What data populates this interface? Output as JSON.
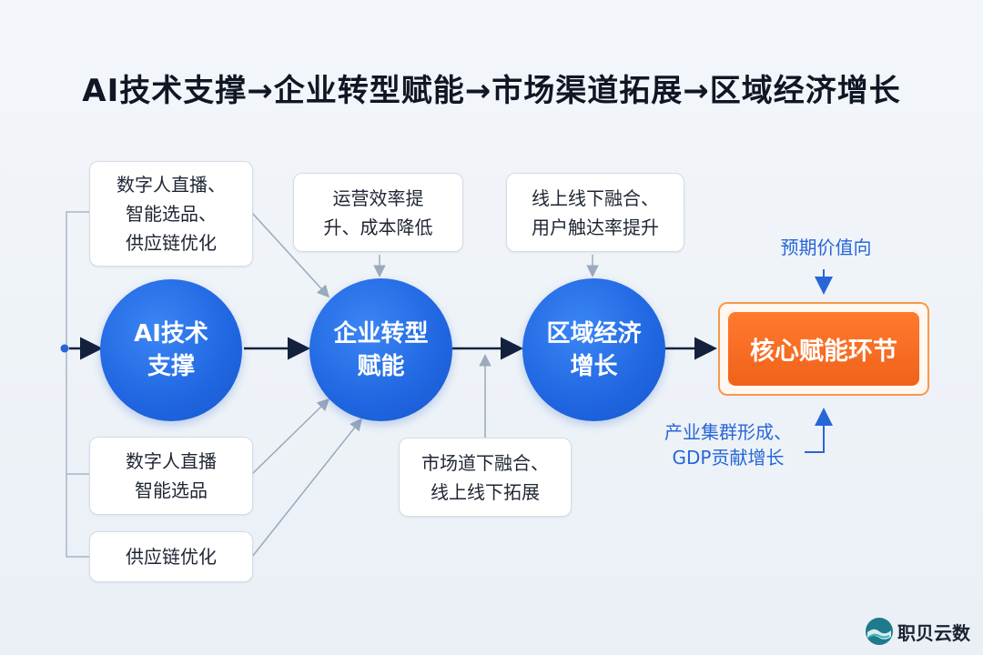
{
  "title": "AI技术支撑→企业转型赋能→市场渠道拓展→区域经济增长",
  "nodes": {
    "ai": "AI技术\n支撑",
    "enterprise": "企业转型\n赋能",
    "region": "区域经济\n增长",
    "core": "核心赋能环节"
  },
  "boxes": {
    "left_top": "数字人直播、\n智能选品、\n供应链优化",
    "left_mid": "数字人直播\n智能选品",
    "left_bottom": "供应链优化",
    "ops": "运营效率提\n升、成本降低",
    "online": "线上线下融合、\n用户触达率提升",
    "market": "市场道下融合、\n线上线下拓展"
  },
  "notes": {
    "expected": "预期价值向",
    "cluster": "产业集群形成、\nGDP贡献增长"
  },
  "brand": "职贝云数",
  "colors": {
    "primary_blue": "#1f66e0",
    "accent_orange": "#f0621a",
    "note_blue": "#2866d8"
  }
}
